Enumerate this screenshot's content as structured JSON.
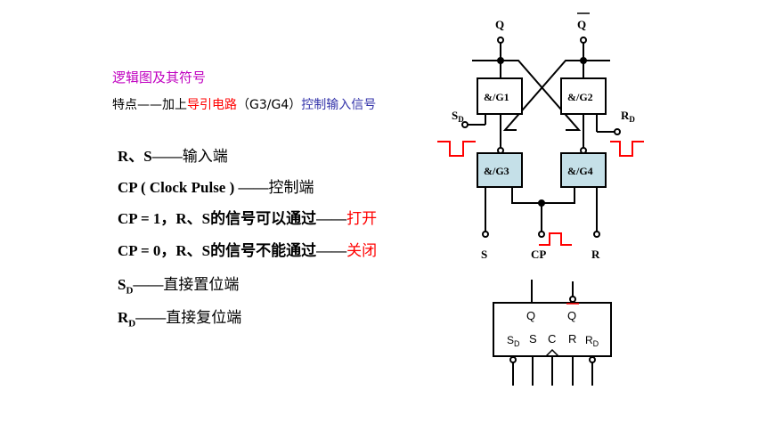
{
  "header": {
    "title": "逻辑图及其符号",
    "feature_prefix": "特点——加上",
    "feature_red": "导引电路",
    "feature_paren": "（G3/G4）",
    "feature_blue": "控制输入信号"
  },
  "lines": [
    {
      "main": "R、S——",
      "cn": "输入端"
    },
    {
      "main": "CP ( Clock Pulse ) ——",
      "cn": "控制端"
    },
    {
      "main": "CP = 1，R、S的信号可以通过——",
      "red": "打开"
    },
    {
      "main": "CP = 0，R、S的信号不能通过——",
      "red": "关闭"
    },
    {
      "sym": "S",
      "sub": "D",
      "dash": "——",
      "cn": "直接置位端"
    },
    {
      "sym": "R",
      "sub": "D",
      "dash": "——",
      "cn": "直接复位端"
    }
  ],
  "logic_diagram": {
    "out_q": "Q",
    "out_qbar": "Q",
    "gates": {
      "g1": "&/G1",
      "g2": "&/G2",
      "g3": "&/G3",
      "g4": "&/G4"
    },
    "sd": "S",
    "sd_sub": "D",
    "rd": "R",
    "rd_sub": "D",
    "in_s": "S",
    "in_cp": "CP",
    "in_r": "R"
  },
  "symbol": {
    "q": "Q",
    "qbar": "Q",
    "sd": "S",
    "sd_sub": "D",
    "s": "S",
    "c": "C",
    "r": "R",
    "rd": "R",
    "rd_sub": "D"
  },
  "colors": {
    "gate_fill_g34": "#c5e0e8",
    "pulse": "#ff0000",
    "title": "#c000c0",
    "blue": "#3333aa"
  }
}
